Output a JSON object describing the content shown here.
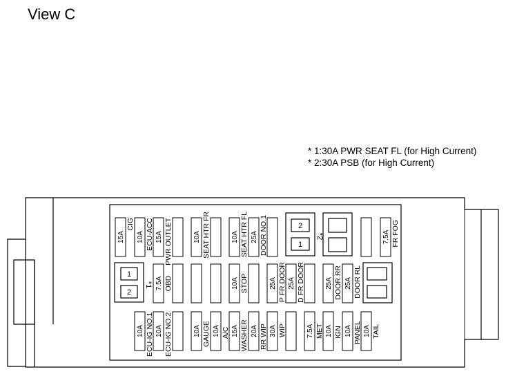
{
  "title": "View C",
  "notes": [
    "* 1:30A PWR SEAT FL (for High Current)",
    "* 2:30A PSB (for High Current)"
  ],
  "relay_left": {
    "top": "1",
    "bottom": "2",
    "star": "*1"
  },
  "relay_top": {
    "top": "2",
    "bottom": "1",
    "star": "*2"
  },
  "row1": {
    "amps": [
      "15A",
      "10A",
      "15A",
      "10A",
      "10A",
      "25A",
      "7.5A"
    ],
    "labels": [
      "CIG",
      "ECU-ACC",
      "PWR OUTLET",
      "SEAT HTR FR",
      "SEAT HTR FL",
      "DOOR NO.1",
      "FR FOG"
    ]
  },
  "row2": {
    "amps": [
      "7.5A",
      "10A",
      "25A",
      "25A",
      "25A",
      "25A"
    ],
    "labels": [
      "OBD",
      "STOP",
      "P FR DOOR",
      "D FR DOOR",
      "DOOR RR",
      "DOOR RL"
    ]
  },
  "row3": {
    "amps": [
      "10A",
      "10A",
      "10A",
      "10A",
      "15A",
      "20A",
      "30A",
      "7.5A",
      "10A",
      "10A",
      "10A"
    ],
    "labels": [
      "ECU-IG NO.1",
      "ECU-IG NO.2",
      "GAUGE",
      "A/C",
      "WASHER",
      "RR WIP",
      "WIP",
      "MET",
      "IGN",
      "PANEL",
      "TAIL"
    ]
  }
}
